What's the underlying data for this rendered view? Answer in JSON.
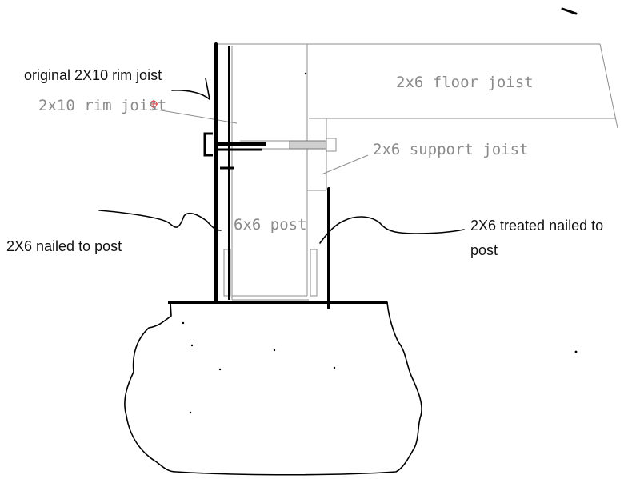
{
  "labels": {
    "cad": {
      "rim_joist": "2x10 rim joist",
      "floor_joist": "2x6 floor joist",
      "support_joist": "2x6 support joist",
      "post": "6x6 post"
    },
    "handwritten": {
      "original_rim": "original 2X10 rim joist",
      "nailed_left": "2X6 nailed to post",
      "treated_line1": "2X6 treated nailed to",
      "treated_line2": "post"
    }
  },
  "colors": {
    "cad_lines": "#8c8c8c",
    "ink": "#000000",
    "background": "#ffffff"
  }
}
